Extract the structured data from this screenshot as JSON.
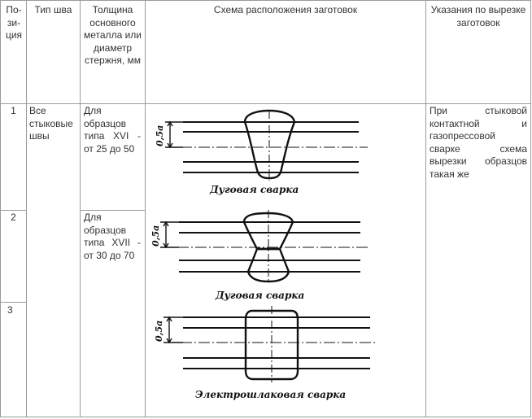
{
  "headers": {
    "position": "По-зи-ция",
    "weld_type": "Тип шва",
    "thickness": "Толщина основного металла или диаметр стержня, мм",
    "scheme": "Схема расположения заготовок",
    "instructions": "Указания по вырезке заготовок"
  },
  "rows": [
    {
      "position": "1",
      "spec": "Для образцов типа XVI - от 25 до 50"
    },
    {
      "position": "2",
      "spec": "Для образцов типа XVII - от 30 до 70"
    },
    {
      "position": "3"
    }
  ],
  "weld_type_value": "Все стыковые швы",
  "instructions_value": "При стыковой контактной и газопрессовой сварке схема вырезки образцов такая же",
  "diagrams": {
    "dim_label": "0,5a",
    "caption_arc": "Дуговая сварка",
    "caption_electroslag": "Электрошлаковая сварка"
  }
}
